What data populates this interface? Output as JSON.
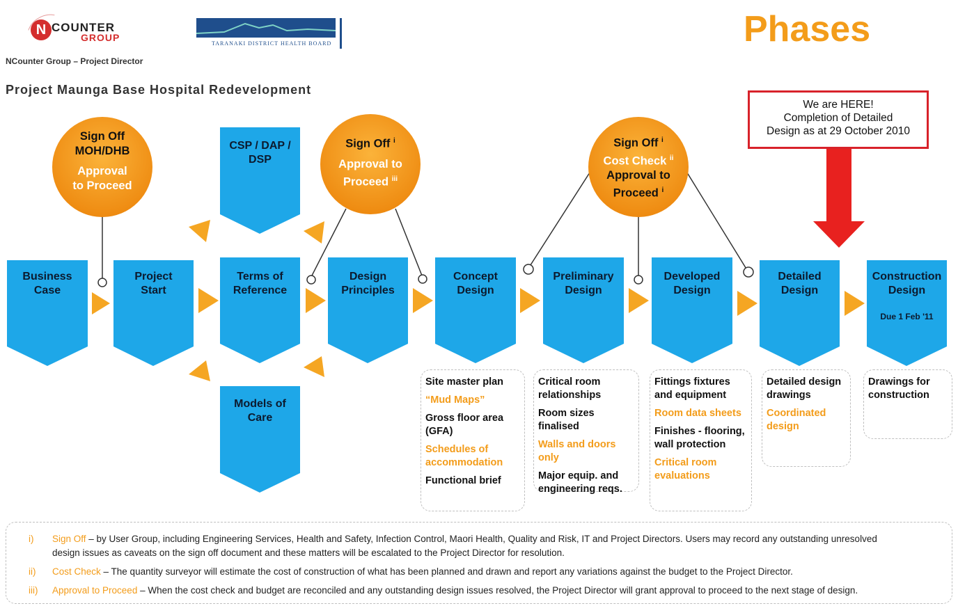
{
  "header": {
    "logo_left": "NCOUNTER GROUP",
    "logo_left_word1": "COUNTER",
    "logo_left_word2": "GROUP",
    "logo_right": "TARANAKI DISTRICT HEALTH BOARD",
    "role": "NCounter Group – Project Director",
    "phases_title": "Phases",
    "project_title": "Project Maunga Base Hospital Redevelopment"
  },
  "callout": {
    "line1": "We are HERE!",
    "line2": "Completion of Detailed",
    "line3": "Design as at 29 October 2010"
  },
  "colors": {
    "chevron_blue": "#1ea7e8",
    "orange": "#f39c1a",
    "arrow_red": "#e8211f"
  },
  "signoffs": [
    {
      "line1": "Sign Off",
      "line2": "MOH/DHB",
      "line3": "Approval",
      "line4": "to Proceed"
    },
    {
      "line1": "Sign Off",
      "sup1": "i",
      "line2": "Approval to",
      "line3": "Proceed",
      "sup3": "iii"
    },
    {
      "line1": "Sign Off",
      "sup1": "i",
      "line2": "Cost Check",
      "sup2": "ii",
      "line3": "Approval to",
      "line4": "Proceed",
      "sup4": "i"
    }
  ],
  "stages": [
    {
      "line1": "Business",
      "line2": "Case"
    },
    {
      "line1": "Project",
      "line2": "Start"
    },
    {
      "line1": "CSP / DAP /",
      "line2": "DSP"
    },
    {
      "line1": "Terms of",
      "line2": "Reference"
    },
    {
      "line1": "Models of",
      "line2": "Care"
    },
    {
      "line1": "Design",
      "line2": "Principles"
    },
    {
      "line1": "Concept",
      "line2": "Design"
    },
    {
      "line1": "Preliminary",
      "line2": "Design"
    },
    {
      "line1": "Developed",
      "line2": "Design"
    },
    {
      "line1": "Detailed",
      "line2": "Design"
    },
    {
      "line1": "Construction",
      "line2": "Design",
      "note": "Due 1 Feb '11"
    }
  ],
  "deliverables": {
    "concept": [
      "Site master plan",
      "“Mud Maps”",
      "Gross floor area (GFA)",
      "Schedules of accommodation",
      "Functional brief"
    ],
    "preliminary": [
      "Critical room relationships",
      "Room sizes finalised",
      "Walls and doors only",
      "Major equip. and engineering reqs."
    ],
    "developed": [
      "Fittings fixtures and equipment",
      "Room data sheets",
      "Finishes - flooring, wall protection",
      "Critical room evaluations"
    ],
    "detailed": [
      "Detailed design drawings",
      "Coordinated design"
    ],
    "construction": [
      "Drawings for construction"
    ]
  },
  "notes": [
    {
      "num": "i)",
      "term": "Sign Off",
      "line1": " – by User Group, including Engineering Services, Health and Safety, Infection Control, Maori Health, Quality and Risk, IT and Project Directors. Users may record any outstanding unresolved",
      "line2": "design issues as caveats on the sign off document and these matters will be escalated to the Project Director for resolution."
    },
    {
      "num": "ii)",
      "term": "Cost Check",
      "line1": " – The quantity surveyor will estimate the cost of construction of what has been planned and drawn and report any variations against the budget to the Project Director."
    },
    {
      "num": "iii)",
      "term": "Approval to Proceed",
      "line1": " – When the cost check and budget are reconciled and any outstanding design issues resolved, the Project Director will grant approval to proceed to the next stage of design."
    }
  ]
}
